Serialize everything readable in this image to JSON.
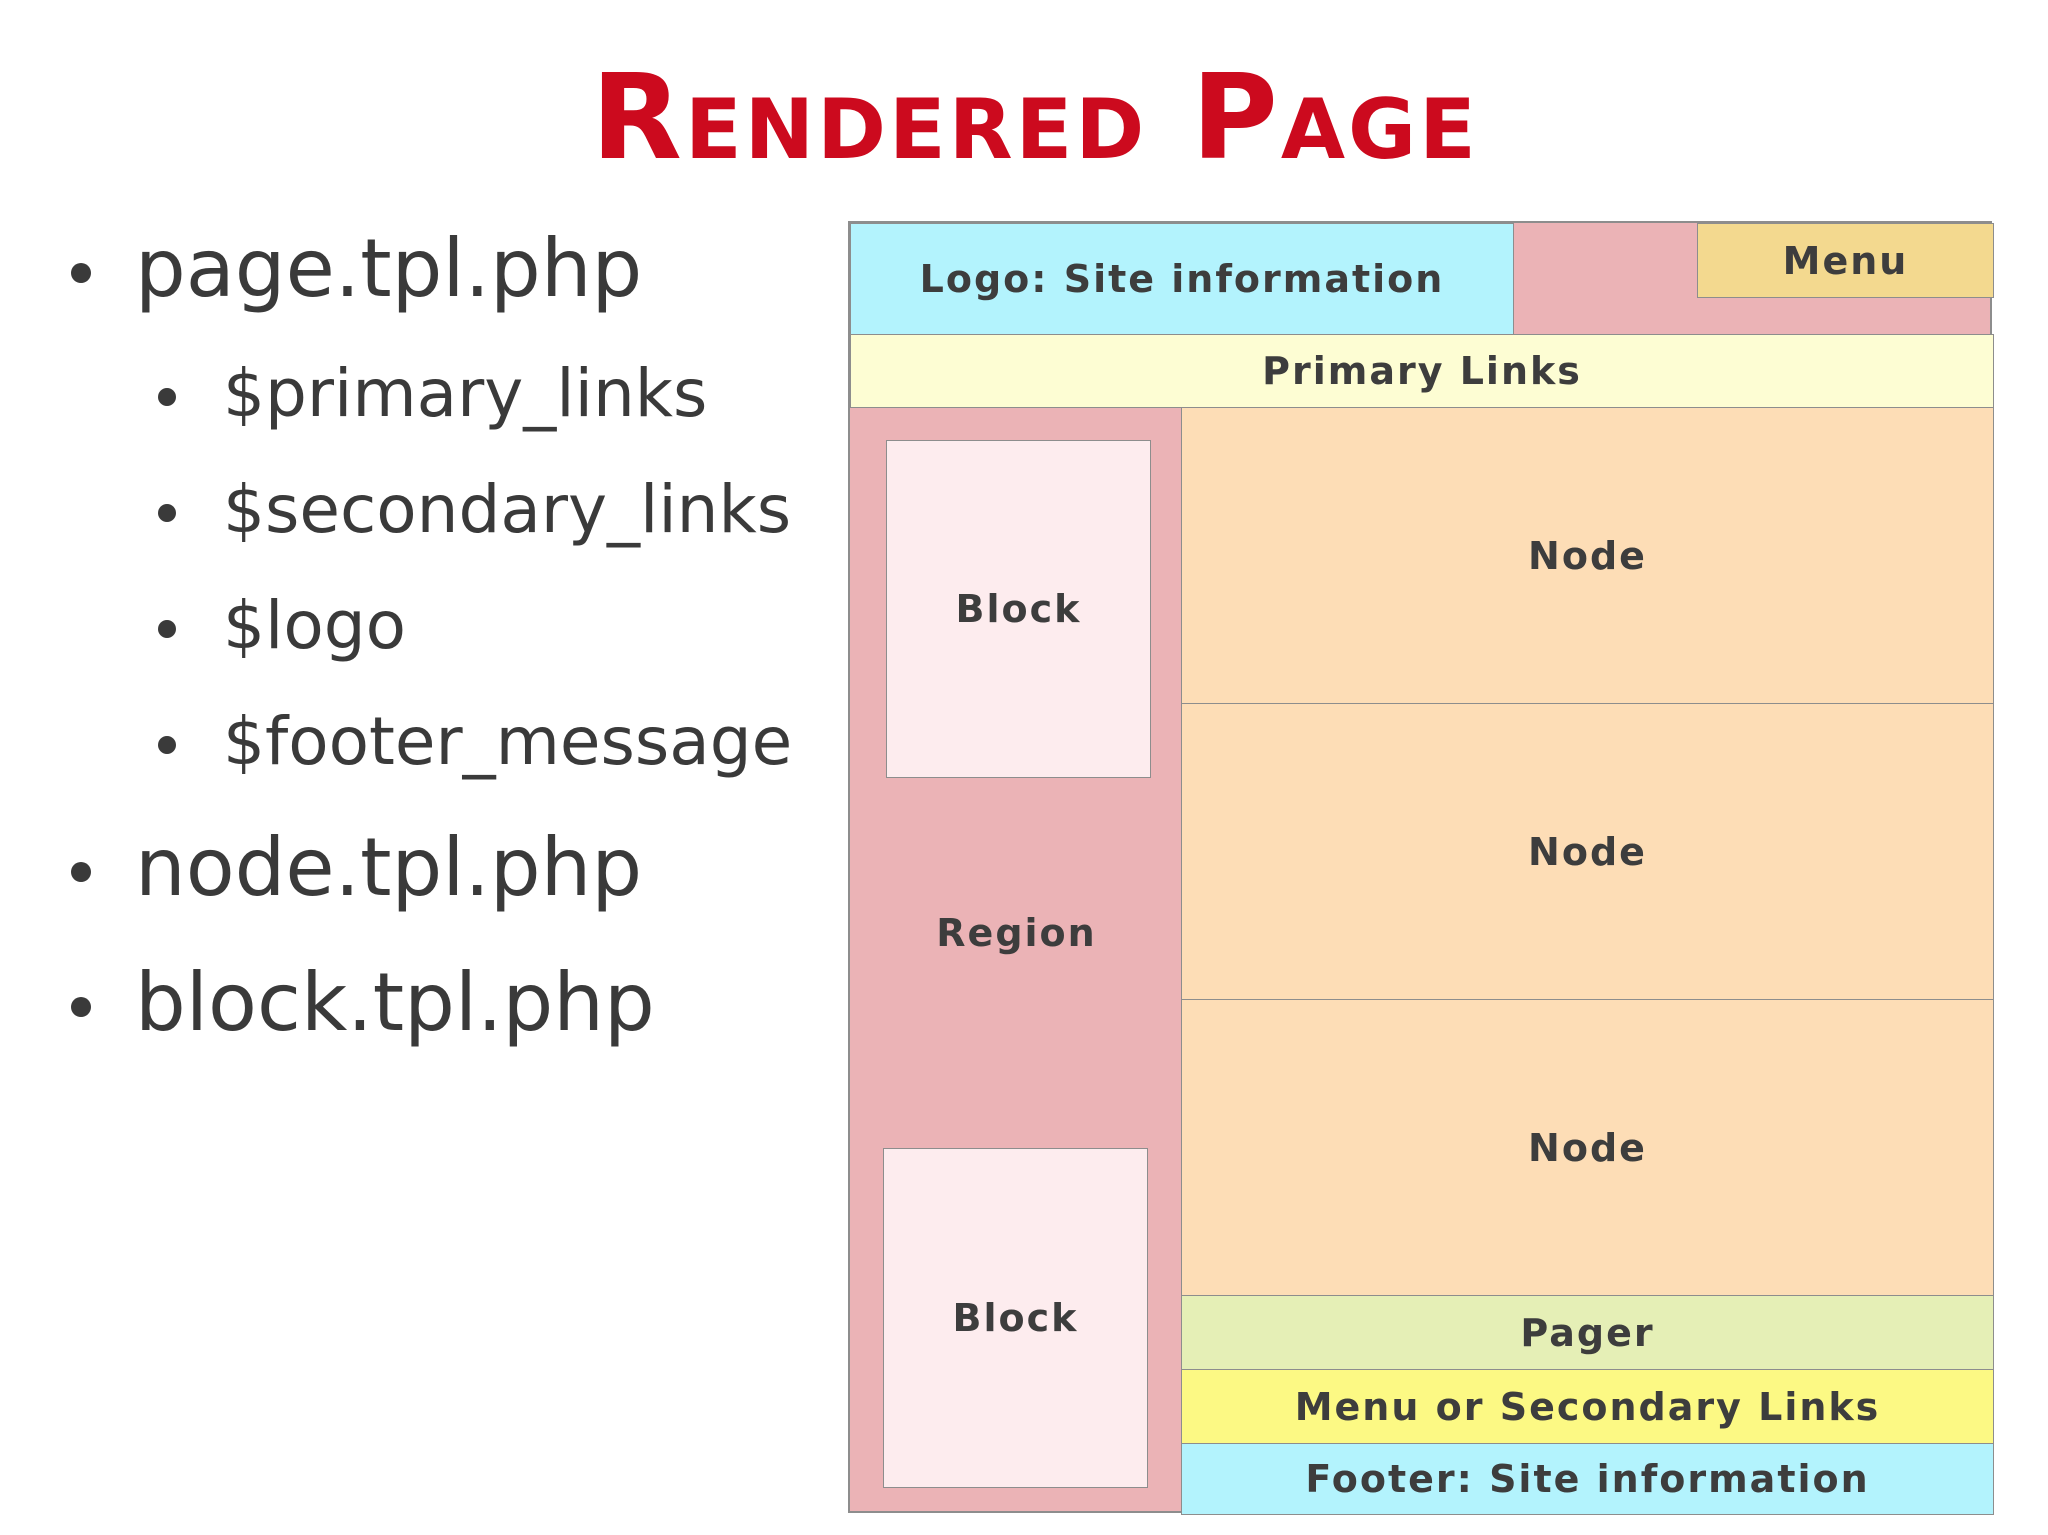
{
  "title": "Rendered Page",
  "bullets": {
    "page_tpl": "page.tpl.php",
    "sub": [
      "$primary_links",
      "$secondary_links",
      "$logo",
      "$footer_message"
    ],
    "node_tpl": "node.tpl.php",
    "block_tpl": "block.tpl.php"
  },
  "diagram": {
    "logo": "Logo: Site information",
    "menu": "Menu",
    "primary_links": "Primary Links",
    "block_top": "Block",
    "region": "Region",
    "block_bottom": "Block",
    "nodes": [
      "Node",
      "Node",
      "Node"
    ],
    "pager": "Pager",
    "secondary": "Menu or Secondary Links",
    "footer": "Footer: Site information"
  },
  "colors": {
    "title": "#cc0a1e",
    "region": "#ebb3b6",
    "logo": "#b3f3fd",
    "menu": "#f3d98f",
    "primary_links": "#fdfdd3",
    "block": "#fdecee",
    "node": "#fdddb6",
    "pager": "#e5efb6",
    "secondary": "#fcf984",
    "footer": "#b3f3fd"
  }
}
